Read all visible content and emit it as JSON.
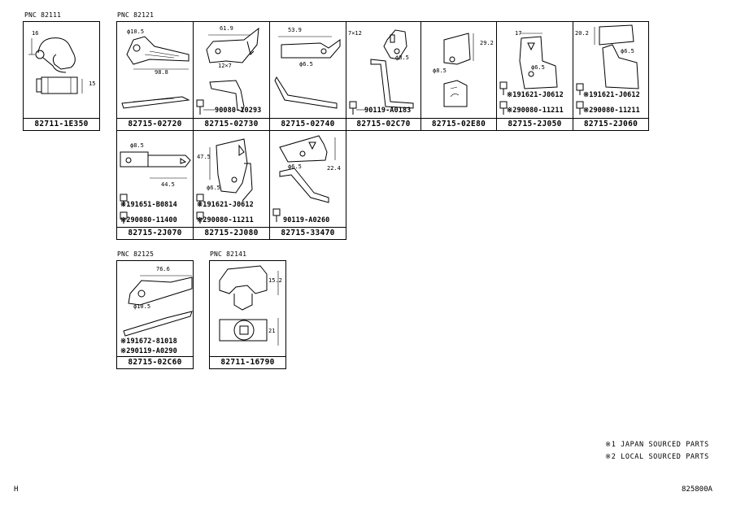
{
  "groups": {
    "g1": {
      "pnc": "PNC 82111"
    },
    "g2": {
      "pnc": "PNC 82121"
    },
    "g3": {
      "pnc": "PNC 82125"
    },
    "g4": {
      "pnc": "PNC 82141"
    }
  },
  "cells": {
    "c1": {
      "part": "82711-1E350",
      "dims": [
        "16",
        "15"
      ]
    },
    "c2": {
      "part": "82715-02720",
      "dims": [
        "ϕ10.5",
        "98.8"
      ]
    },
    "c3": {
      "part": "82715-02730",
      "dims": [
        "61.9",
        "12×7"
      ],
      "subs": [
        "90080-10293"
      ]
    },
    "c4": {
      "part": "82715-02740",
      "dims": [
        "53.9",
        "ϕ6.5"
      ]
    },
    "c5": {
      "part": "82715-02C70",
      "dims": [
        "7×12",
        "ϕ8.5"
      ],
      "subs": [
        "90119-A0183"
      ]
    },
    "c6": {
      "part": "82715-02E80",
      "dims": [
        "29.2",
        "ϕ8.5"
      ]
    },
    "c7": {
      "part": "82715-2J050",
      "dims": [
        "17",
        "ϕ6.5"
      ],
      "subs": [
        "※191621-J0612",
        "※290080-11211"
      ]
    },
    "c8": {
      "part": "82715-2J060",
      "dims": [
        "20.2",
        "ϕ6.5"
      ],
      "subs": [
        "※191621-J0612",
        "※290080-11211"
      ]
    },
    "c9": {
      "part": "82715-2J070",
      "dims": [
        "ϕ8.5",
        "44.5"
      ],
      "subs": [
        "※191651-B0814",
        "※290080-11400"
      ]
    },
    "c10": {
      "part": "82715-2J080",
      "dims": [
        "47.5",
        "ϕ6.5"
      ],
      "subs": [
        "※191621-J0612",
        "※290080-11211"
      ]
    },
    "c11": {
      "part": "82715-33470",
      "dims": [
        "ϕ6.5",
        "22.4"
      ],
      "subs": [
        "90119-A0260"
      ]
    },
    "c12": {
      "part": "82715-02C60",
      "dims": [
        "76.6",
        "ϕ10.5"
      ],
      "subs": [
        "※191672-81018",
        "※290119-A0290"
      ]
    },
    "c13": {
      "part": "82711-16790",
      "dims": [
        "15.2",
        "21"
      ]
    }
  },
  "notes": [
    "※1 JAPAN SOURCED PARTS",
    "※2 LOCAL SOURCED PARTS"
  ],
  "corner_left": "H",
  "corner_right": "825800A"
}
